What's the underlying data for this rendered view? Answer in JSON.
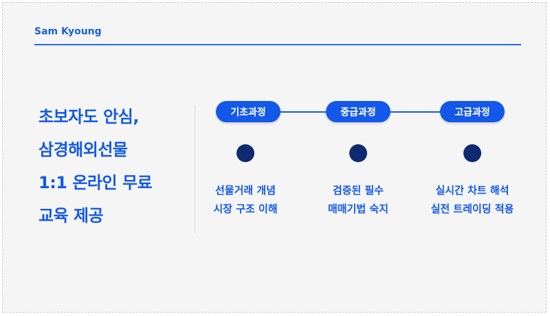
{
  "brand": "Sam Kyoung",
  "headline": [
    "초보자도 안심,",
    "삼경해외선물",
    "1:1 온라인 무료",
    "교육 제공"
  ],
  "steps": [
    {
      "label": "기초과정",
      "desc": [
        "선물거래 개념",
        "시장 구조 이해"
      ]
    },
    {
      "label": "중급과정",
      "desc": [
        "검증된 필수",
        "매매기법 숙지"
      ]
    },
    {
      "label": "고급과정",
      "desc": [
        "실시간 차트 해석",
        "실전 트레이딩 적용"
      ]
    }
  ],
  "colors": {
    "accent": "#1358e8",
    "dot": "#0f2a6e",
    "background": "#f5f5f5"
  }
}
